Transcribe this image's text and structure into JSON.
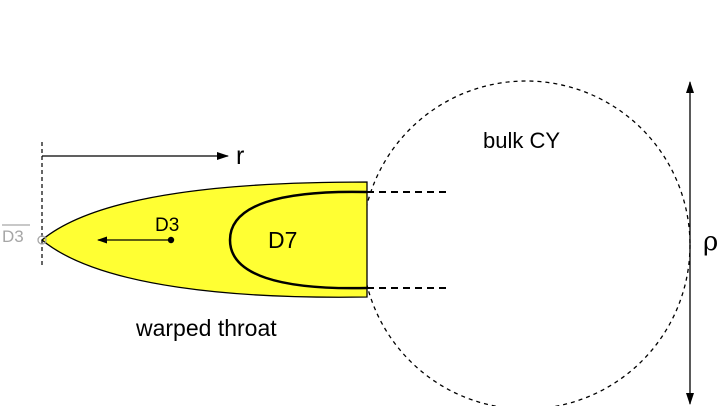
{
  "labels": {
    "r": "r",
    "bulk": "bulk CY",
    "d3": "D3",
    "d7": "D7",
    "d3bar": "D3",
    "rho": "ρ",
    "throat": "warped throat"
  },
  "colors": {
    "throat_fill": "#ffff33",
    "stroke": "#000000",
    "antibrane": "#a6a6a6"
  }
}
